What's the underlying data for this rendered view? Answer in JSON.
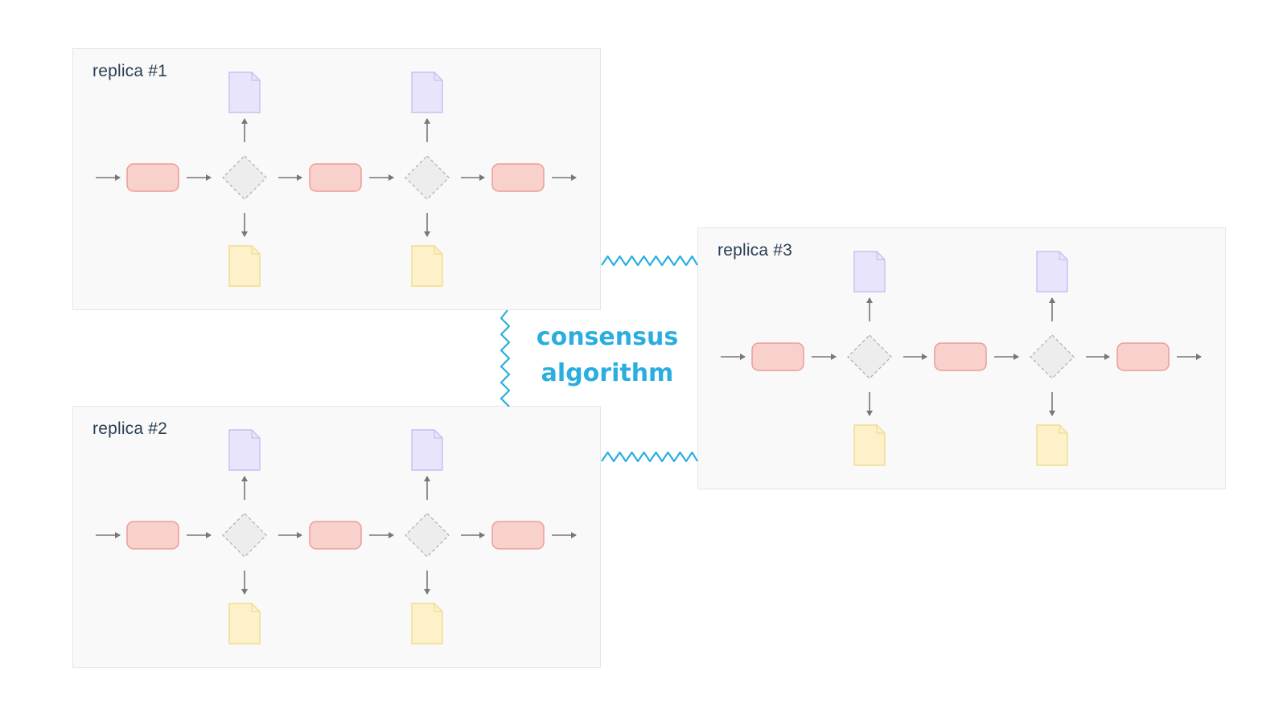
{
  "replicas": [
    {
      "title": "replica #1"
    },
    {
      "title": "replica #2"
    },
    {
      "title": "replica #3"
    }
  ],
  "consensus": {
    "line1": "consensus",
    "line2": "algorithm"
  },
  "colors": {
    "panel_bg": "#f9f9f9",
    "panel_border": "#e6e6e6",
    "title_text": "#2a3f55",
    "accent": "#2aaee0",
    "state_fill": "#f8d0cc",
    "state_stroke": "#ec9e97",
    "decision_fill": "#ededed",
    "decision_stroke": "#b4b4b4",
    "doc_upper_fill": "#e8e4fb",
    "doc_upper_stroke": "#c7bff2",
    "doc_lower_fill": "#fcf1c9",
    "doc_lower_stroke": "#f1dc92",
    "arrow": "#777777"
  },
  "icons": [
    "state-box-icon",
    "decision-diamond-icon",
    "document-icon",
    "arrow-icon"
  ]
}
